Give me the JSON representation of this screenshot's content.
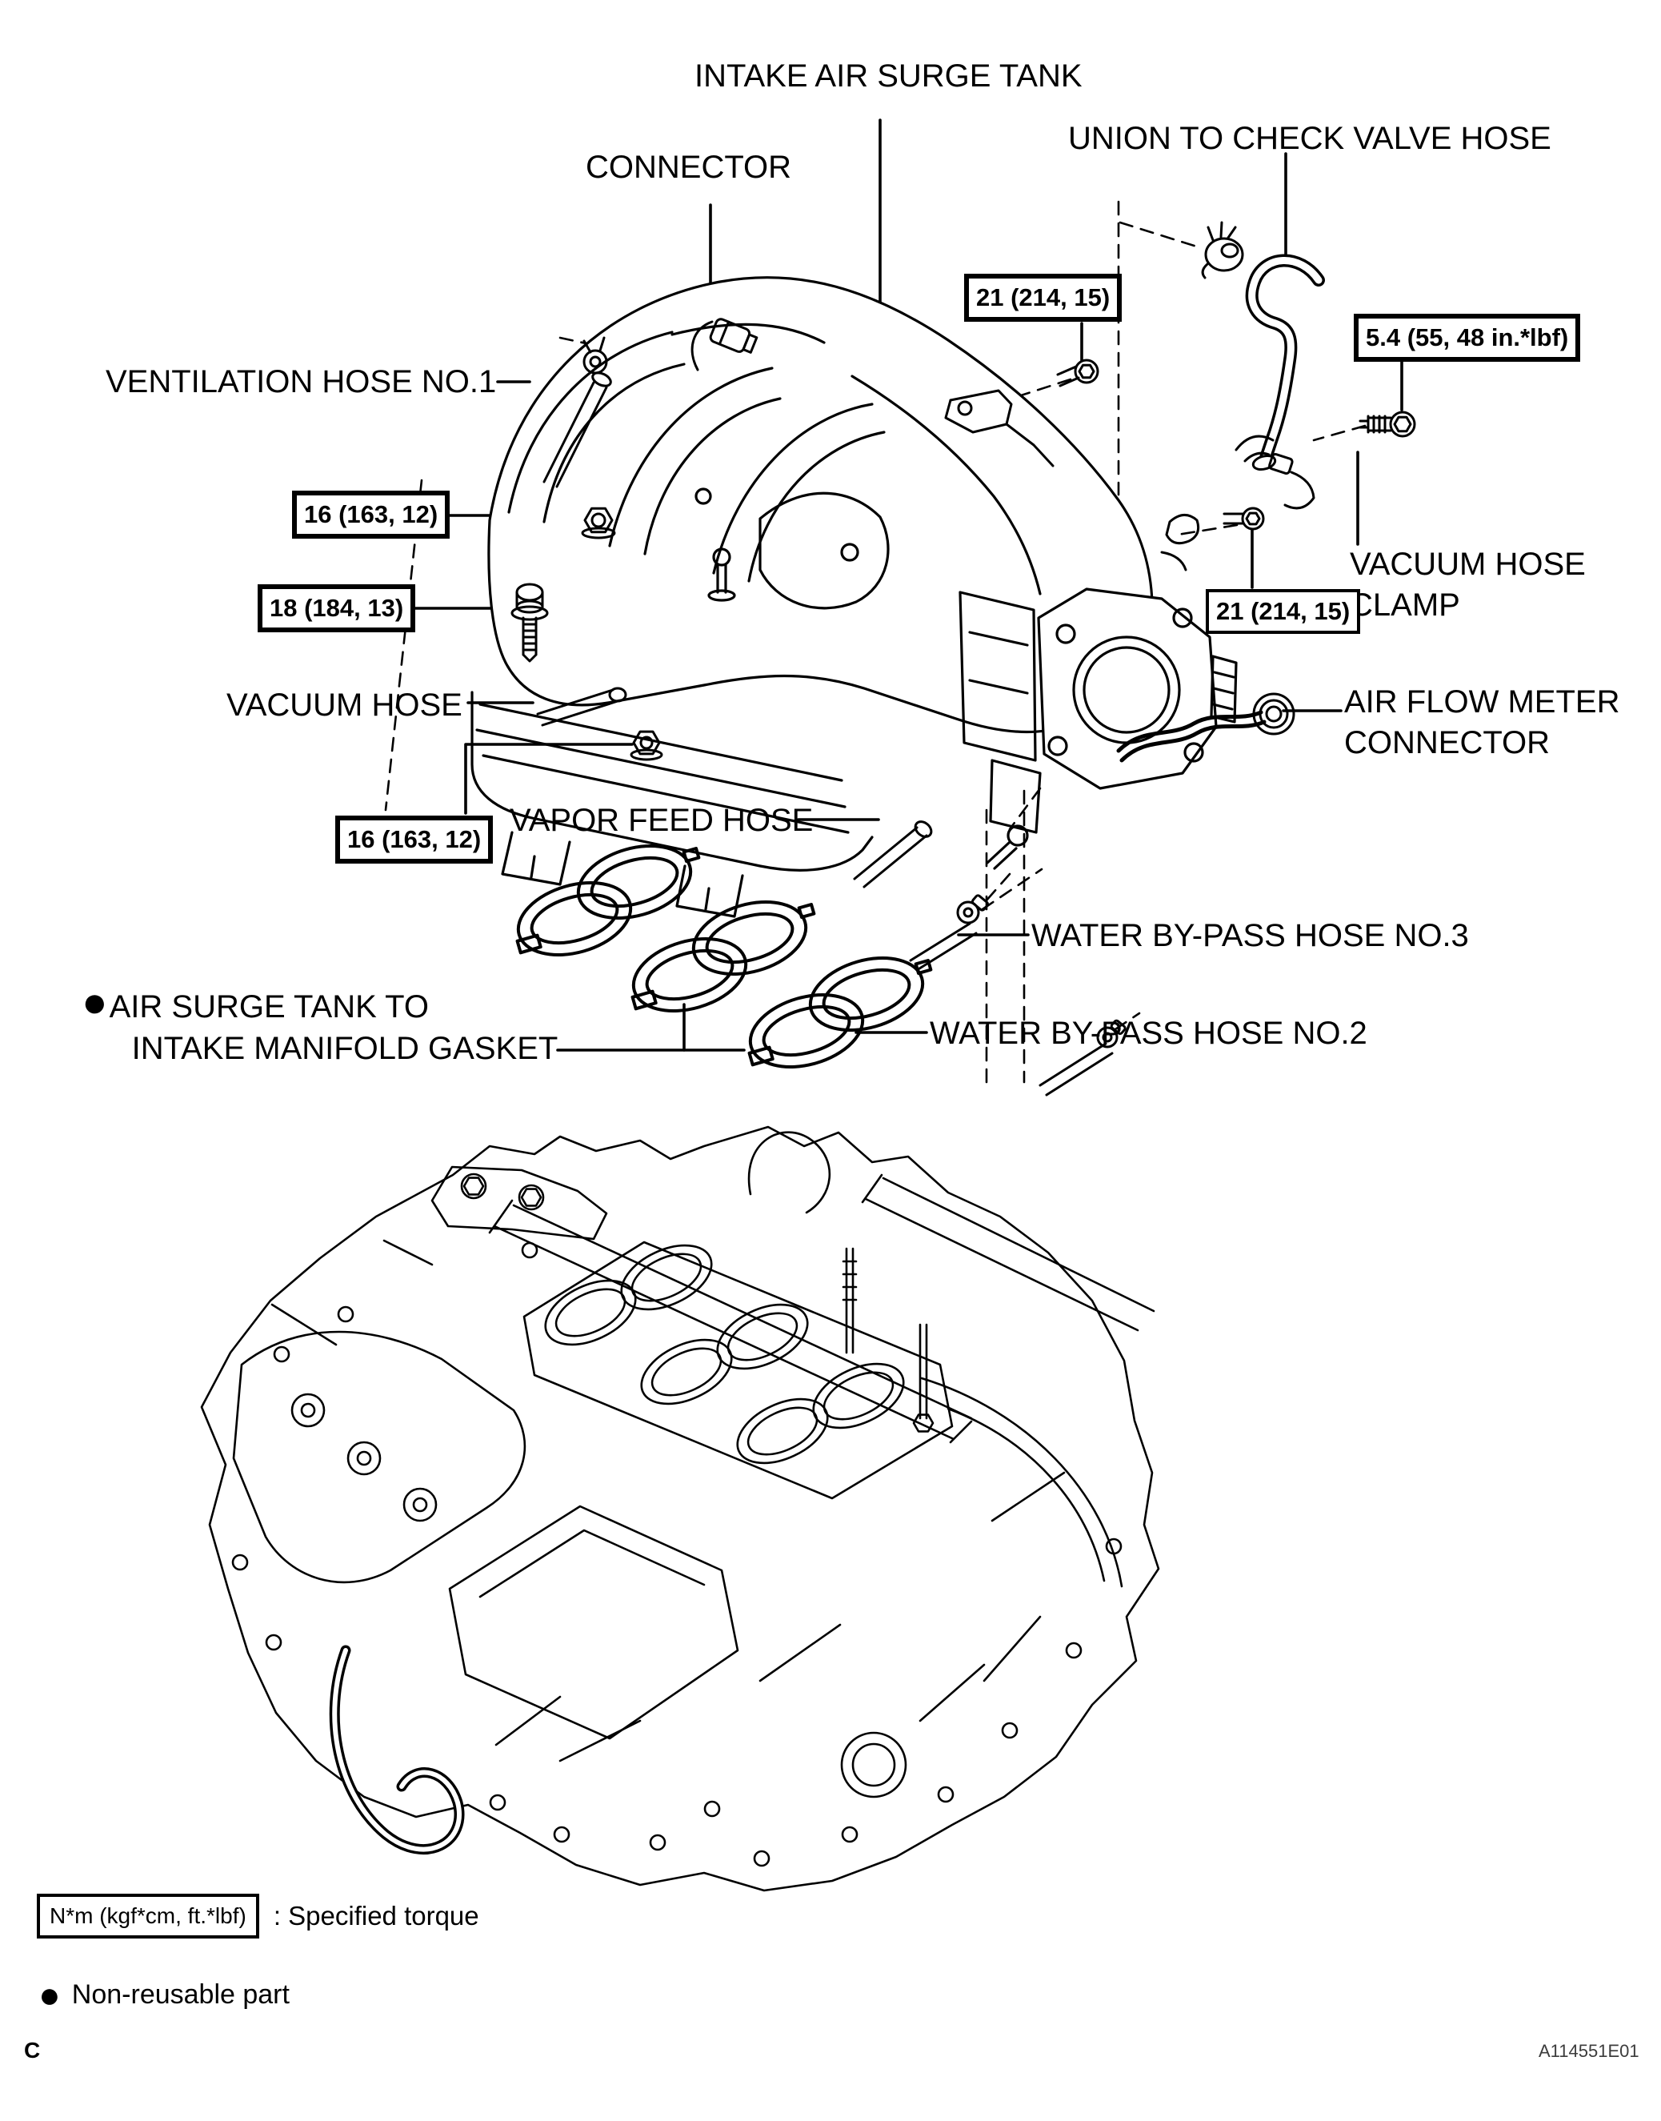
{
  "labels": {
    "title": "INTAKE AIR SURGE TANK",
    "connector": "CONNECTOR",
    "union_check_valve": "UNION TO CHECK VALVE HOSE",
    "ventilation_hose": "VENTILATION HOSE NO.1",
    "vacuum_hose_clamp_line1": "VACUUM HOSE",
    "vacuum_hose_clamp_line2": "CLAMP",
    "vacuum_hose": "VACUUM HOSE",
    "air_flow_meter_line1": "AIR FLOW METER",
    "air_flow_meter_line2": "CONNECTOR",
    "vapor_feed_hose": "VAPOR FEED HOSE",
    "water_bypass_hose_no3": "WATER BY-PASS HOSE NO.3",
    "water_bypass_hose_no2": "WATER BY-PASS HOSE NO.2",
    "gasket_bullet": "●",
    "gasket_line1": "AIR SURGE TANK TO",
    "gasket_line2": "INTAKE MANIFOLD GASKET"
  },
  "torques": {
    "t21_top": "21 (214, 15)",
    "t54": "5.4 (55, 48 in.*lbf)",
    "t16_upper": "16 (163, 12)",
    "t18": "18 (184, 13)",
    "t21_right": "21 (214, 15)",
    "t16_lower": "16 (163, 12)"
  },
  "legend": {
    "torque_box": "N*m (kgf*cm, ft.*lbf)",
    "torque_desc": ": Specified torque",
    "nonreusable_bullet": "●",
    "nonreusable": "Non-reusable part"
  },
  "footer": {
    "page_marker": "C",
    "figure_code": "A114551E01"
  },
  "colors": {
    "ink": "#000000",
    "paper": "#ffffff"
  }
}
